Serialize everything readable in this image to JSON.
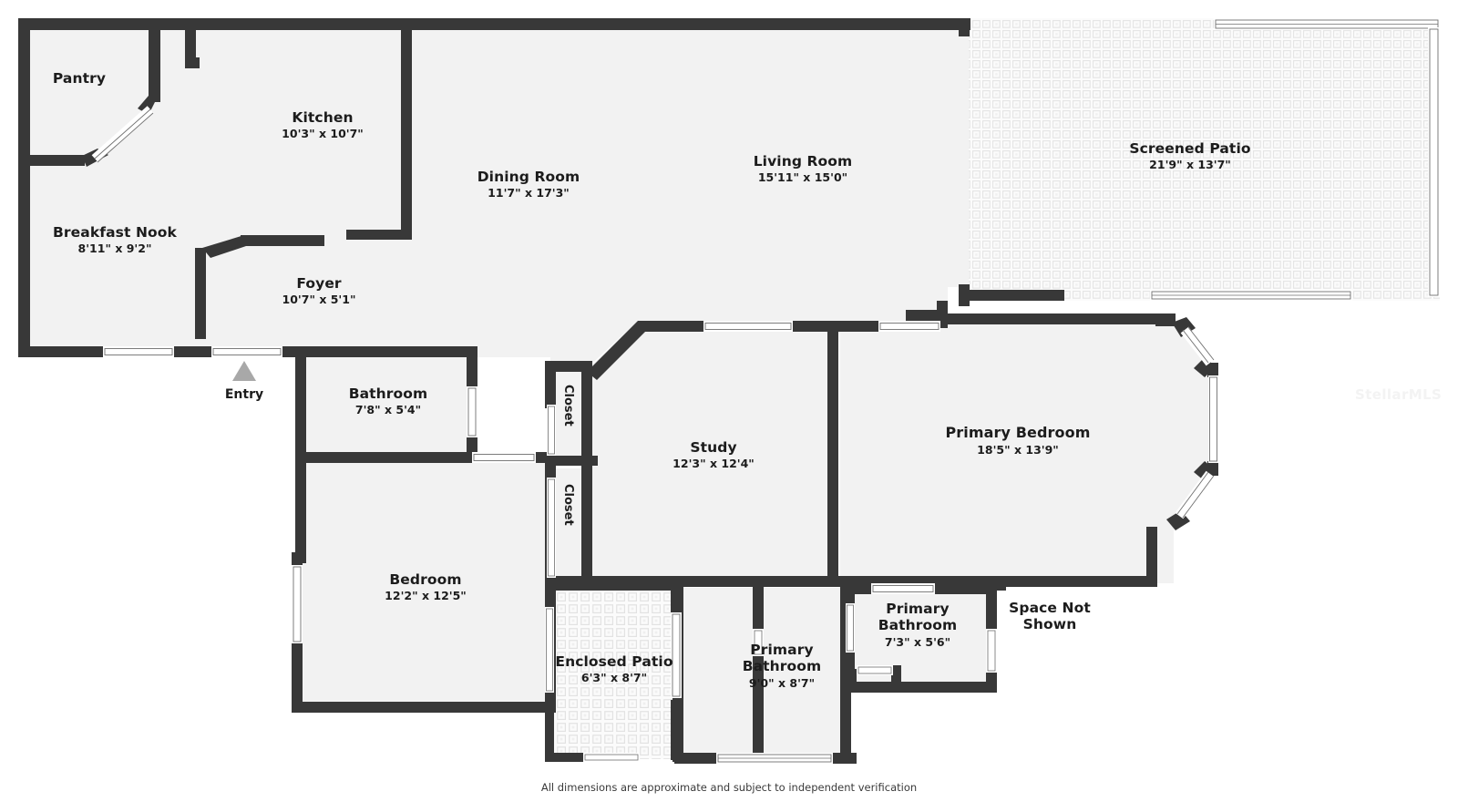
{
  "document": {
    "kind": "real-estate-floor-plan",
    "footer_note": "All dimensions are approximate and subject to independent verification",
    "watermark": "StellarMLS"
  },
  "colors": {
    "wall": "#383838",
    "room_fill": "#f2f2f2",
    "page_background": "#ffffff",
    "text": "#1c1c1c",
    "entry_marker": "#a8a8a8",
    "window": "#ffffff",
    "watermark": "#f3f3f3"
  },
  "entry": {
    "label": "Entry",
    "marker": "triangle-up-icon"
  },
  "rooms": [
    {
      "id": "pantry",
      "name": "Pantry",
      "dimensions": ""
    },
    {
      "id": "kitchen",
      "name": "Kitchen",
      "dimensions": "10'3\" x 10'7\""
    },
    {
      "id": "breakfast-nook",
      "name": "Breakfast Nook",
      "dimensions": "8'11\" x 9'2\""
    },
    {
      "id": "dining-room",
      "name": "Dining Room",
      "dimensions": "11'7\" x 17'3\""
    },
    {
      "id": "foyer",
      "name": "Foyer",
      "dimensions": "10'7\" x 5'1\""
    },
    {
      "id": "living-room",
      "name": "Living Room",
      "dimensions": "15'11\" x 15'0\""
    },
    {
      "id": "screened-patio",
      "name": "Screened Patio",
      "dimensions": "21'9\" x 13'7\""
    },
    {
      "id": "bathroom",
      "name": "Bathroom",
      "dimensions": "7'8\" x 5'4\""
    },
    {
      "id": "bedroom",
      "name": "Bedroom",
      "dimensions": "12'2\" x 12'5\""
    },
    {
      "id": "closet-upper",
      "name": "Closet",
      "dimensions": ""
    },
    {
      "id": "closet-lower",
      "name": "Closet",
      "dimensions": ""
    },
    {
      "id": "study",
      "name": "Study",
      "dimensions": "12'3\" x 12'4\""
    },
    {
      "id": "primary-bedroom",
      "name": "Primary Bedroom",
      "dimensions": "18'5\" x 13'9\""
    },
    {
      "id": "enclosed-patio",
      "name": "Enclosed Patio",
      "dimensions": "6'3\" x 8'7\""
    },
    {
      "id": "primary-bathroom-1",
      "name": "Primary\nBathroom",
      "name_line1": "Primary",
      "name_line2": "Bathroom",
      "dimensions": "9'0\" x 8'7\""
    },
    {
      "id": "primary-bathroom-2",
      "name": "Primary\nBathroom",
      "name_line1": "Primary",
      "name_line2": "Bathroom",
      "dimensions": "7'3\" x 5'6\""
    },
    {
      "id": "space-not-shown",
      "name_line1": "Space Not",
      "name_line2": "Shown",
      "name": "Space Not Shown",
      "dimensions": ""
    }
  ]
}
